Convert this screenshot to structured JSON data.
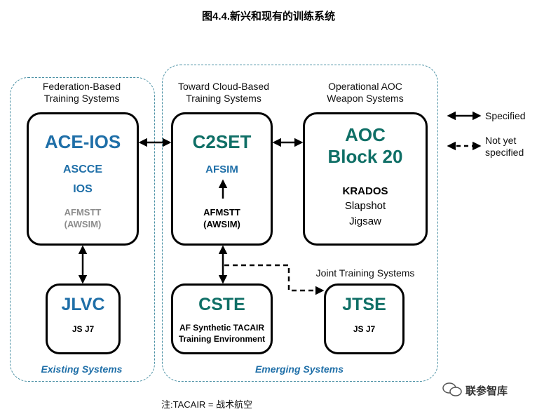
{
  "figure_title": "图4.4.新兴和现有的训练系统",
  "groups": {
    "existing": {
      "title_line1": "Federation-Based",
      "title_line2": "Training Systems",
      "footer": "Existing Systems"
    },
    "emerging": {
      "title_line1": "Toward Cloud-Based",
      "title_line2": "Training Systems",
      "footer": "Emerging Systems"
    }
  },
  "aoc_heading": {
    "line1": "Operational AOC",
    "line2": "Weapon Systems"
  },
  "joint_heading": "Joint Training Systems",
  "boxes": {
    "ace_ios": {
      "title": "ACE-IOS",
      "item1": "ASCCE",
      "item2": "IOS",
      "item3_line1": "AFMSTT",
      "item3_line2": "(AWSIM)"
    },
    "c2set": {
      "title": "C2SET",
      "item1": "AFSIM",
      "item2_line1": "AFMSTT",
      "item2_line2": "(AWSIM)"
    },
    "aoc": {
      "title_line1": "AOC",
      "title_line2": "Block 20",
      "item1": "KRADOS",
      "item2": "Slapshot",
      "item3": "Jigsaw"
    },
    "jlvc": {
      "title": "JLVC",
      "sub": "JS J7"
    },
    "cste": {
      "title": "CSTE",
      "sub_line1": "AF Synthetic TACAIR",
      "sub_line2": "Training Environment"
    },
    "jtse": {
      "title": "JTSE",
      "sub": "JS J7"
    }
  },
  "legend": {
    "specified": "Specified",
    "not_specified_line1": "Not yet",
    "not_specified_line2": "specified"
  },
  "note": "注:TACAIR = 战术航空",
  "watermark": "联参智库",
  "colors": {
    "blue": "#1f6fa8",
    "teal": "#0f6f66",
    "gray": "#8c8c8c",
    "dashed_border": "#4a90a4"
  }
}
